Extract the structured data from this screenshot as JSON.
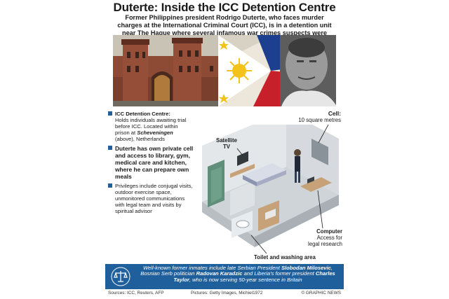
{
  "title": "Duterte: Inside the ICC Detention Centre",
  "subtitle": "Former Philippines president Rodrigo Duterte, who faces murder charges at the International Criminal Court (ICC), is in a detention unit near The Hague where several infamous war crimes suspects were held",
  "bullets": [
    {
      "head": "ICC Detention Centre:",
      "body_a": "Holds individuals awaiting trial before ICC. Located within prison at ",
      "place": "Scheveningen",
      "body_b": " (above), Netherlands"
    },
    {
      "text": "Duterte has own private cell and access to library, gym, medical care and kitchen, where he can prepare own meals"
    },
    {
      "text": "Privileges include conjugal visits, outdoor exercise space, unmonitored communications with legal team and visits by spiritual advisor"
    }
  ],
  "above_label": "(above)",
  "cell": {
    "head": "Cell:",
    "body": "10 square metres"
  },
  "labels": {
    "tv_a": "Satellite",
    "tv_b": "TV",
    "computer_head": "Computer",
    "computer_a": "Access for",
    "computer_b": "legal research",
    "toilet": "Toilet and washing area"
  },
  "footer": {
    "lead": "Well-known former inmates include late Serbian President ",
    "name1": "Slobodan Milosevic",
    "mid1": ", Bosnian Serb politician ",
    "name2": "Radovan Karadzic",
    "mid2": " and Liberia's former president ",
    "name3": "Charles Taylor",
    "tail": ", who is now serving 50-year sentence in Britain"
  },
  "sources": {
    "left": "Sources: ICC, Reuters, AFP",
    "mid": "Pictures: Getty Images, Michiel1972",
    "right": "© GRAPHIC NEWS"
  },
  "colors": {
    "accent": "#1e5f9c",
    "flag_blue": "#1d3f8f",
    "flag_red": "#c8202b",
    "flag_yellow": "#f3c21b"
  }
}
